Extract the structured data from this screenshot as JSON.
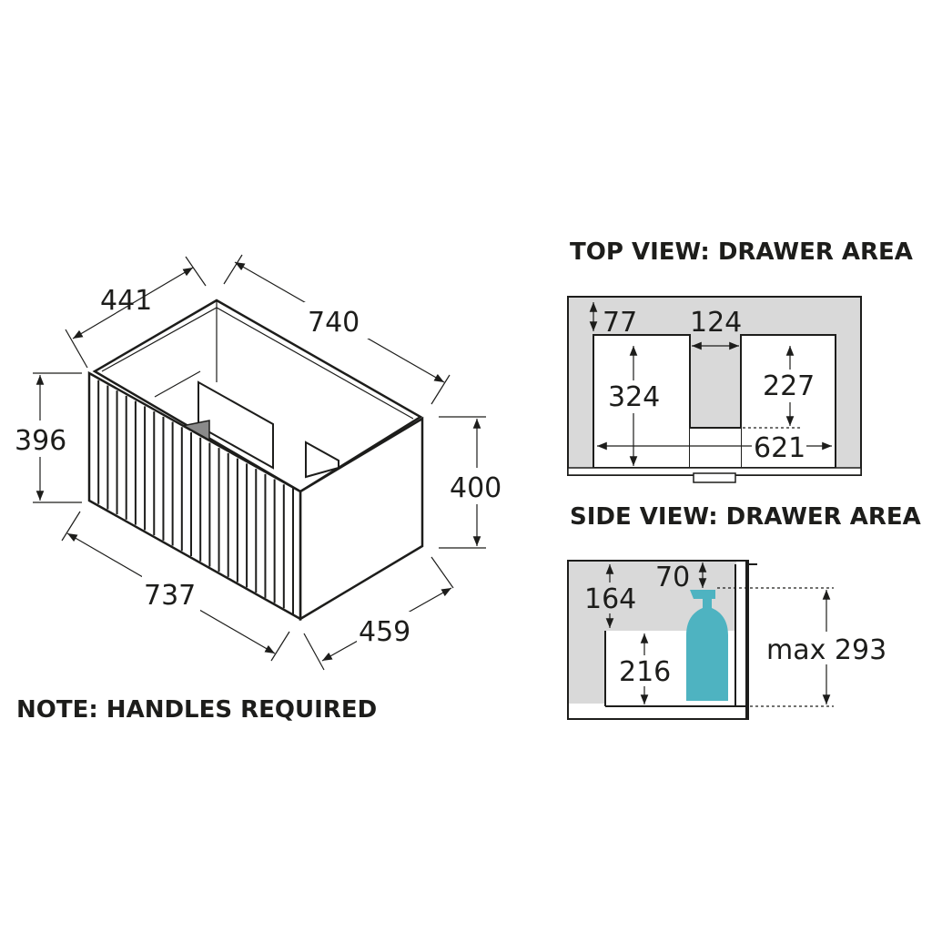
{
  "main_view": {
    "dim_depth_top": "441",
    "dim_width_top": "740",
    "dim_height_left": "396",
    "dim_height_right": "400",
    "dim_width_bottom": "737",
    "dim_depth_bottom": "459",
    "note": "NOTE: HANDLES REQUIRED"
  },
  "top_view": {
    "title": "TOP VIEW: DRAWER AREA",
    "dim_front_gap": "77",
    "dim_cutout_width": "124",
    "dim_left_depth": "324",
    "dim_right_depth": "227",
    "dim_inner_width": "621"
  },
  "side_view": {
    "title": "SIDE VIEW: DRAWER AREA",
    "dim_top_gap": "164",
    "dim_clearance": "70",
    "dim_drawer_height": "216",
    "dim_max_height": "max 293",
    "bottle_color": "#4eb3c1"
  },
  "colors": {
    "line": "#1d1d1b",
    "shade": "#d9d9d9"
  }
}
